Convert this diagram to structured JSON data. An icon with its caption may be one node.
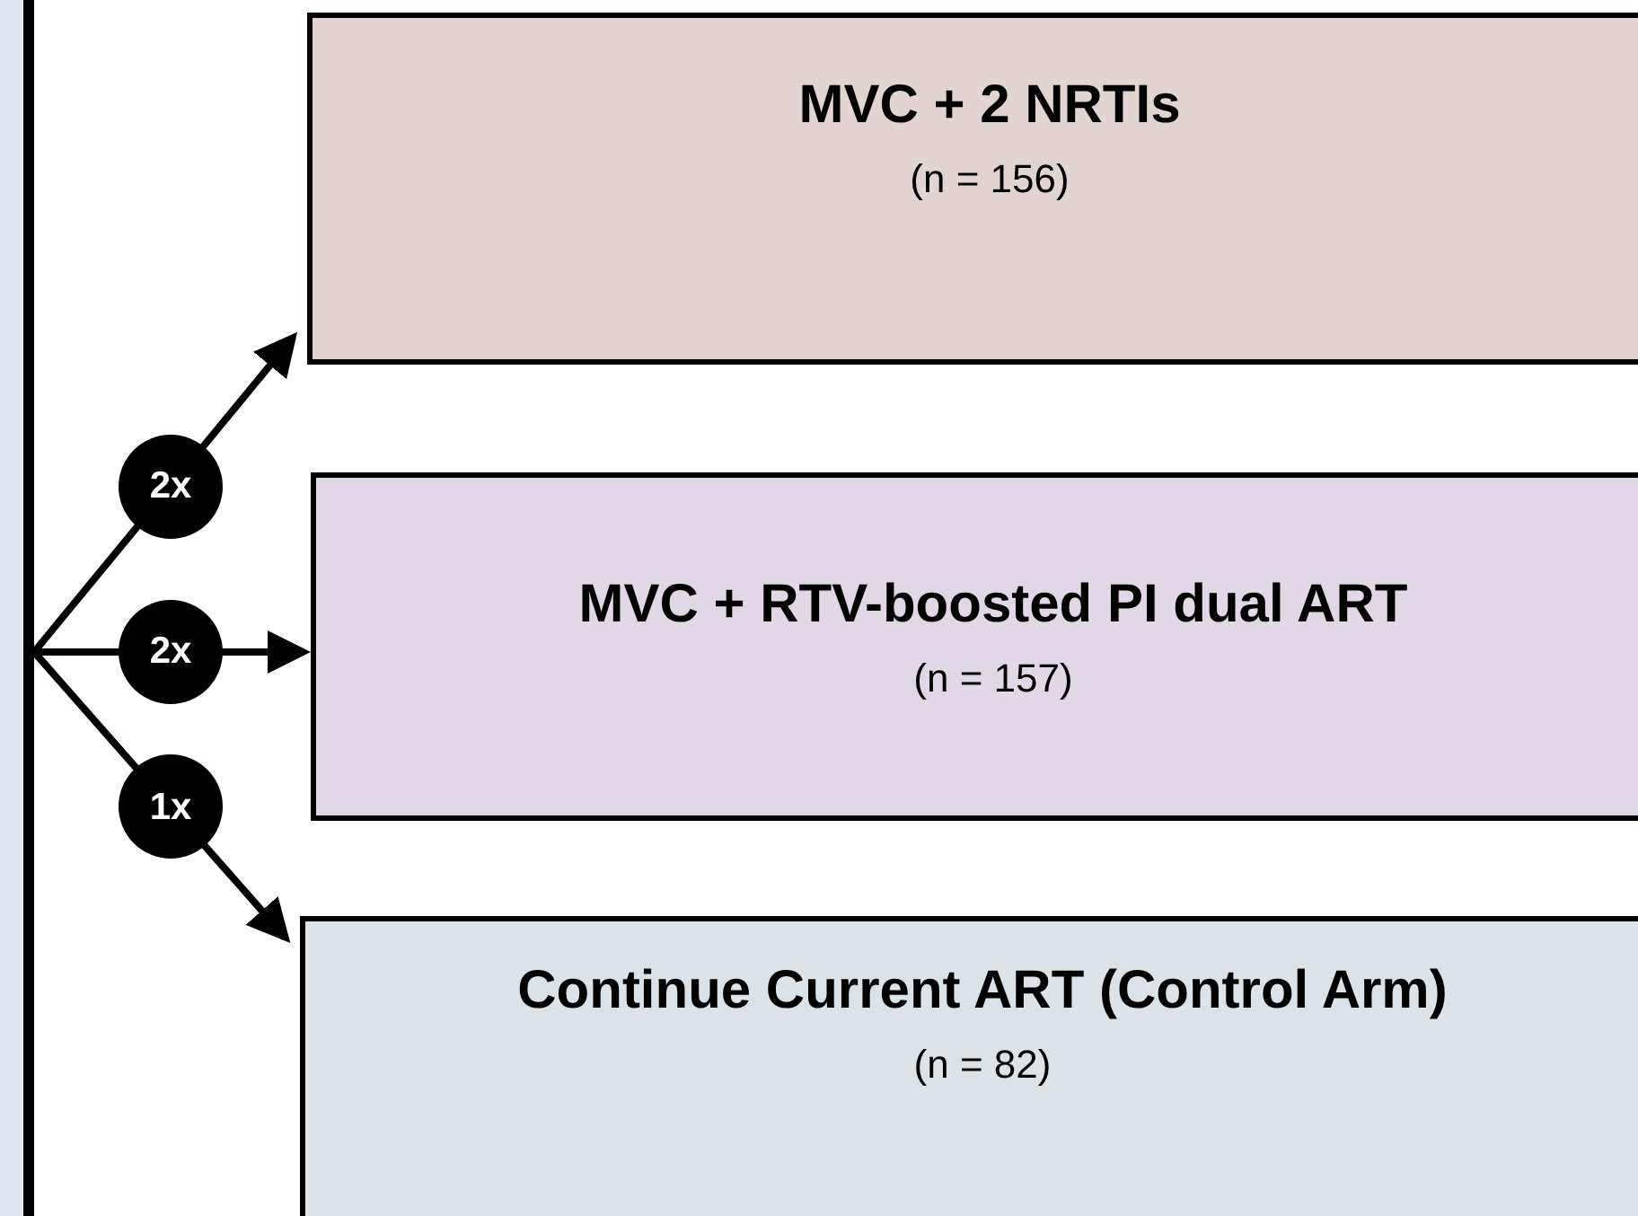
{
  "diagram": {
    "nodes": [
      {
        "text": [],
        "shape": "bar"
      },
      {
        "text": [
          "MVC + 2 NRTIs",
          "(n = 156)"
        ]
      },
      {
        "text": [
          "MVC + RTV-boosted PI dual ART",
          "(n = 157)"
        ]
      },
      {
        "text": [
          "Continue Current ART (Control Arm)",
          "(n = 82)"
        ]
      }
    ],
    "edges": [
      {
        "from": 0,
        "to": 1,
        "arrow": "to",
        "label": "2x"
      },
      {
        "from": 0,
        "to": 2,
        "arrow": "to",
        "label": "2x"
      },
      {
        "from": 0,
        "to": 3,
        "arrow": "to",
        "label": "1x"
      }
    ]
  }
}
